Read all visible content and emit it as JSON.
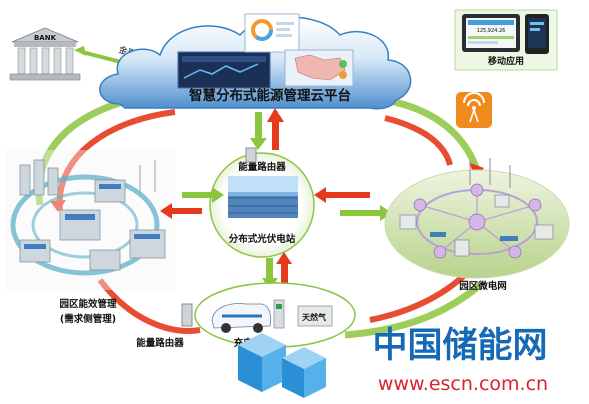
{
  "cloud": {
    "title": "智慧分布式能源管理云平台"
  },
  "bank": {
    "sign": "BANK",
    "flow_label": "金融支付"
  },
  "mobile": {
    "label": "移动应用",
    "screen_value": "125,924.26"
  },
  "left_park": {
    "label_line1": "园区能效管理",
    "label_line2": "(需求侧管理)"
  },
  "center": {
    "router_label": "能量路由器",
    "pv_label": "分布式光伏电站"
  },
  "bottom": {
    "router_label": "能量路由器",
    "charging_label": "充电站",
    "gas_label": "天然气"
  },
  "right_grid": {
    "label": "园区微电网"
  },
  "watermark": {
    "brand": "中国储能网",
    "url": "www.escn.com.cn"
  },
  "colors": {
    "cloud_blue": "#3a7fc0",
    "red_arrow": "#e53a1e",
    "green_arrow": "#8cc63e",
    "watermark_blue": "#1569b5",
    "watermark_red": "#d9232e",
    "wifi_orange": "#f08a1c"
  }
}
